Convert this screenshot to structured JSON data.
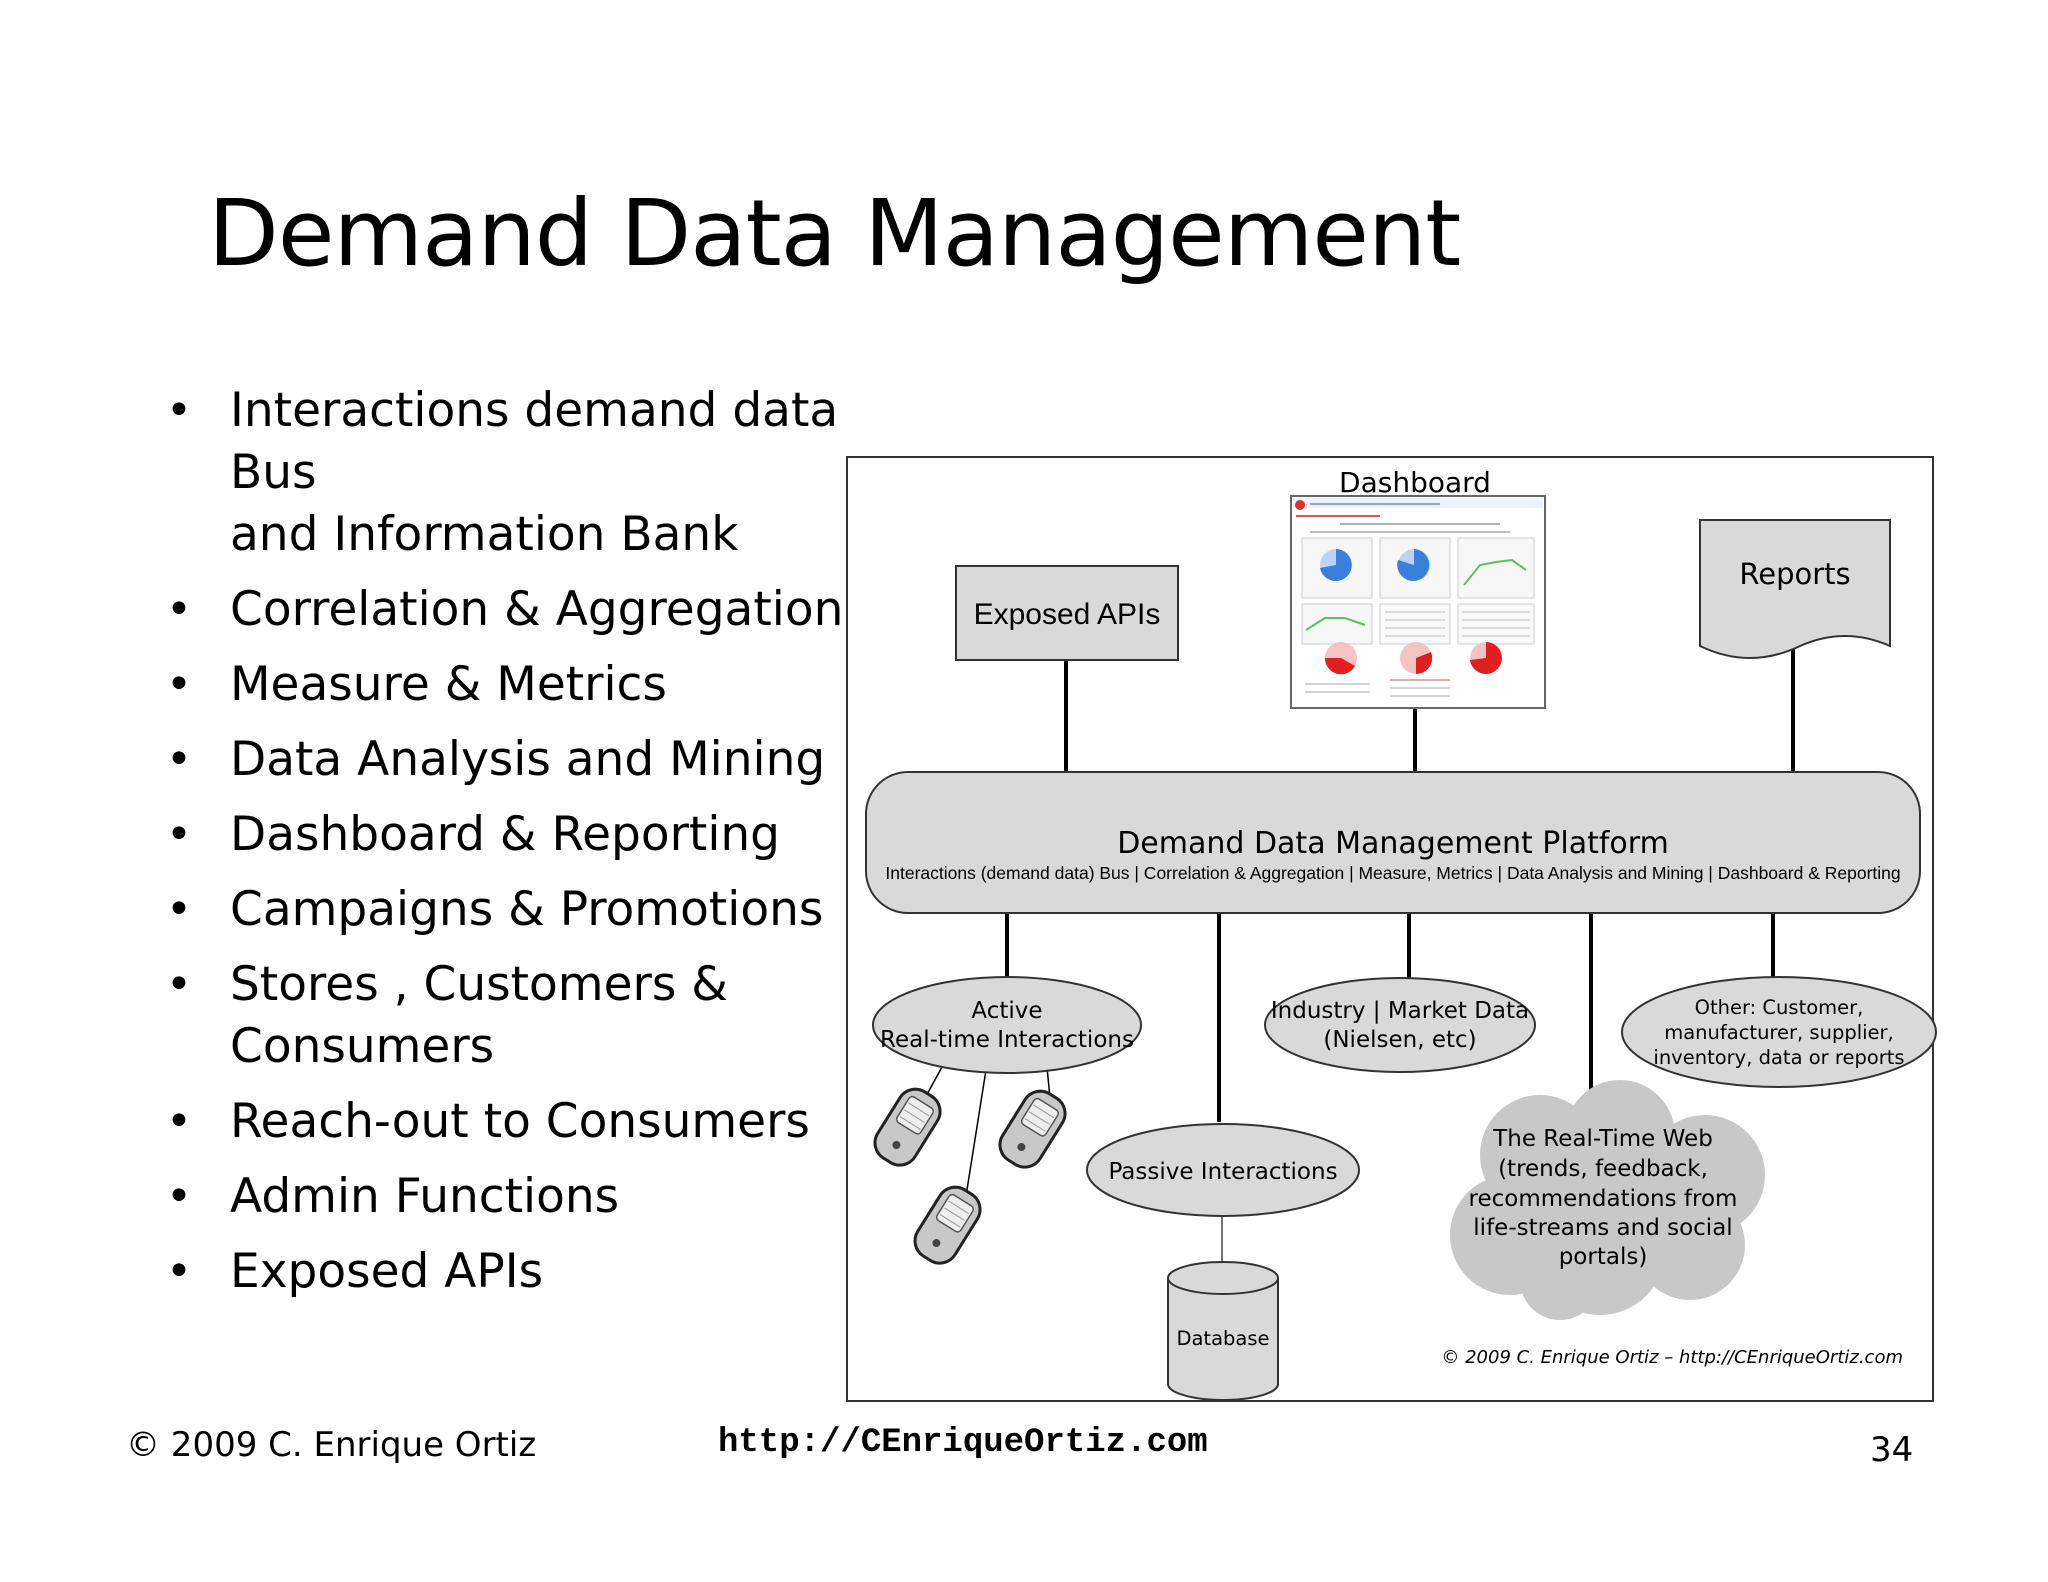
{
  "slide": {
    "title": "Demand Data Management",
    "bullets": [
      "Interactions demand data Bus\nand Information Bank",
      "Correlation & Aggregation",
      "Measure & Metrics",
      "Data Analysis and Mining",
      "Dashboard & Reporting",
      "Campaigns & Promotions",
      "Stores , Customers &\nConsumers",
      "Reach-out to Consumers",
      "Admin Functions",
      "Exposed APIs"
    ],
    "footer": {
      "copyright": "© 2009 C. Enrique Ortiz",
      "url": "http://CEnriqueOrtiz.com",
      "page_number": "34"
    }
  },
  "diagram": {
    "dashboard_label": "Dashboard",
    "exposed_apis": "Exposed APIs",
    "reports": "Reports",
    "platform_title": "Demand Data Management Platform",
    "platform_subtitle": "Interactions (demand data) Bus | Correlation & Aggregation | Measure, Metrics | Data Analysis and Mining | Dashboard & Reporting",
    "active_line1": "Active",
    "active_line2": "Real-time Interactions",
    "industry_line1": "Industry | Market Data",
    "industry_line2": "(Nielsen, etc)",
    "other_line1": "Other: Customer,",
    "other_line2": "manufacturer, supplier,",
    "other_line3": "inventory, data or reports",
    "passive": "Passive Interactions",
    "web_line1": "The Real-Time Web",
    "web_line2": "(trends, feedback,",
    "web_line3": "recommendations from",
    "web_line4": "life-streams and social",
    "web_line5": "portals)",
    "database": "Database",
    "diagram_copyright": "© 2009 C. Enrique Ortiz – http://CEnriqueOrtiz.com"
  },
  "colors": {
    "box_fill": "#d9d9d9",
    "cloud_fill": "#c8c8c8",
    "pie_blue": "#3a7fd9",
    "pie_red": "#e02020",
    "line_green": "#5bc25b"
  }
}
